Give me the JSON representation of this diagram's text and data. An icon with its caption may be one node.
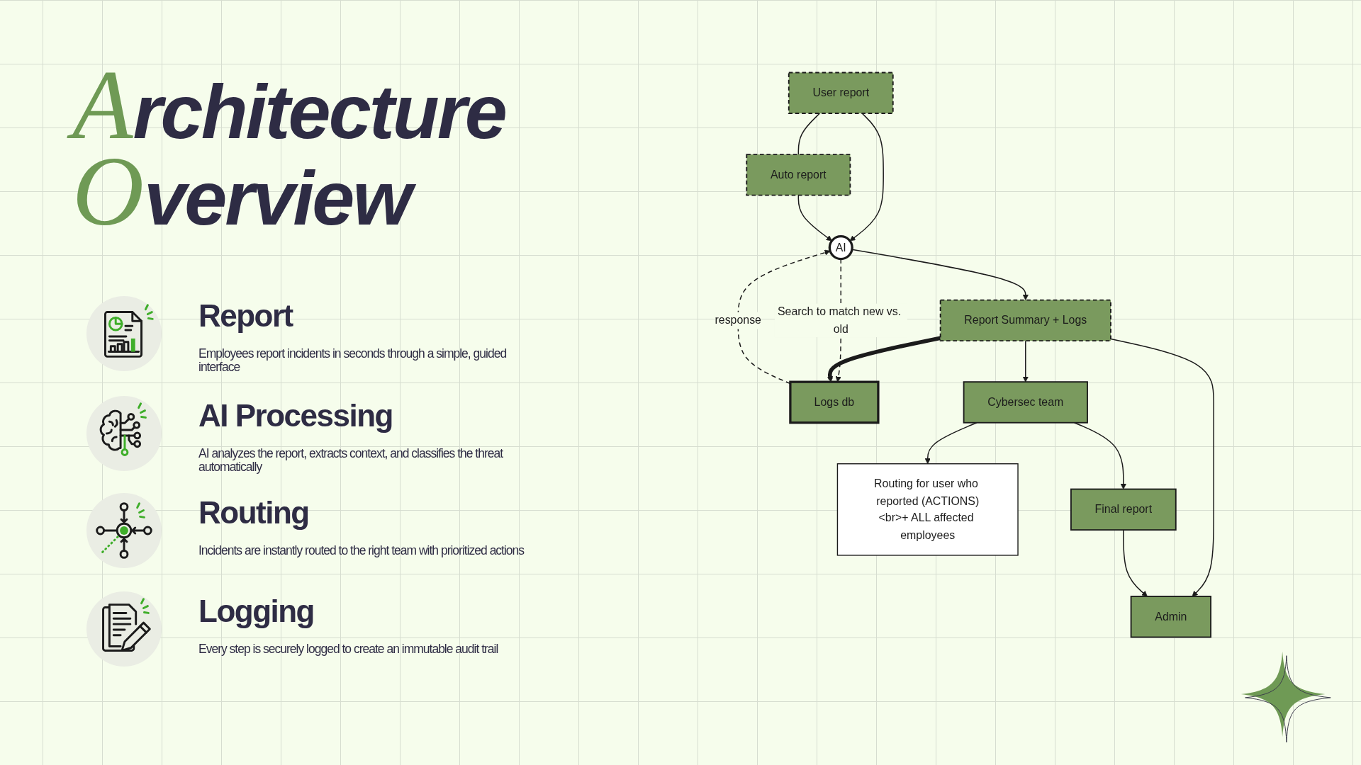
{
  "diagram": {
    "title": "Architecture Overview",
    "nodes": [
      {
        "text": [
          "User report"
        ]
      },
      {
        "text": [
          "Auto report"
        ]
      },
      {
        "text": [
          "AI"
        ]
      },
      {
        "text": [
          "Report Summary + Logs"
        ]
      },
      {
        "text": [
          "Logs db"
        ]
      },
      {
        "text": [
          "Cybersec team"
        ]
      },
      {
        "text": [
          "Routing for user who reported (ACTIONS)<br>+ ALL affected employees"
        ]
      },
      {
        "text": [
          "Final report"
        ]
      },
      {
        "text": [
          "Admin"
        ]
      }
    ],
    "edges": [
      {
        "from": 0,
        "to": 2,
        "arrow": "to"
      },
      {
        "from": 0,
        "to": 1,
        "arrow": "none"
      },
      {
        "from": 1,
        "to": 2,
        "arrow": "to"
      },
      {
        "from": 2,
        "to": 4,
        "arrow": "to",
        "label": "Search to match new vs. old",
        "style": "dashed"
      },
      {
        "from": 4,
        "to": 2,
        "arrow": "to",
        "label": "response",
        "style": "dashed"
      },
      {
        "from": 2,
        "to": 3,
        "arrow": "to"
      },
      {
        "from": 3,
        "to": 4,
        "arrow": "to",
        "style": "thick"
      },
      {
        "from": 3,
        "to": 5,
        "arrow": "to"
      },
      {
        "from": 3,
        "to": 8,
        "arrow": "to"
      },
      {
        "from": 5,
        "to": 6,
        "arrow": "to"
      },
      {
        "from": 5,
        "to": 7,
        "arrow": "to"
      },
      {
        "from": 7,
        "to": 8,
        "arrow": "to"
      }
    ],
    "labels": [
      "Report",
      "Employees report incidents in seconds through a simple, guided interface",
      "AI Processing",
      "AI analyzes the report, extracts context, and classifies the threat automatically",
      "Routing",
      "Incidents are instantly routed to the right team with prioritized actions",
      "Logging",
      "Every step is securely logged to create an immutable audit trail"
    ]
  }
}
